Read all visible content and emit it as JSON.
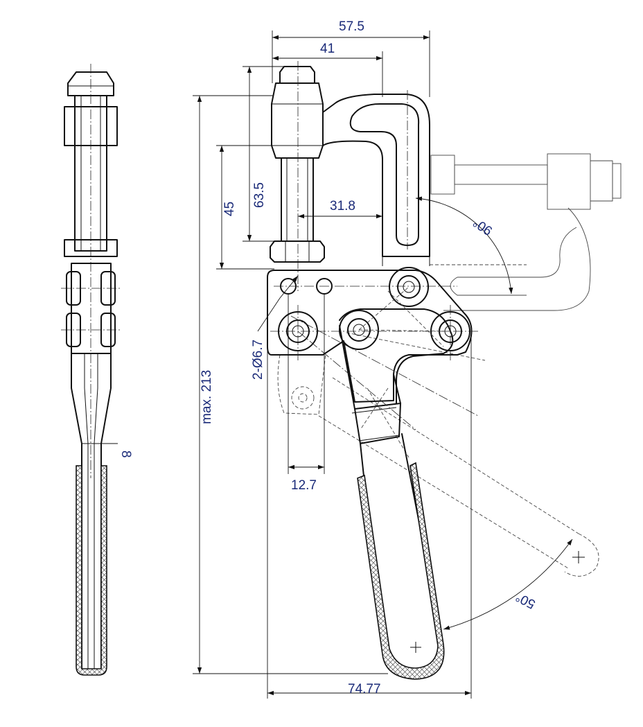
{
  "colors": {
    "line": "#111111",
    "dimension_text": "#1a2a78",
    "background": "#ffffff"
  },
  "dimensions": {
    "overall_width_top": "57.5",
    "bolt_offset": "41",
    "spindle_height": "63.5",
    "clamp_height": "45",
    "pin_offset": "31.8",
    "max_height": "max. 213",
    "mounting_holes": "2-Ø6.7",
    "hole_spacing": "12.7",
    "side_thickness": "8",
    "overall_width_bottom": "74.77"
  },
  "angles": {
    "open_angle_arm": "90°",
    "open_angle_handle": "50°"
  }
}
